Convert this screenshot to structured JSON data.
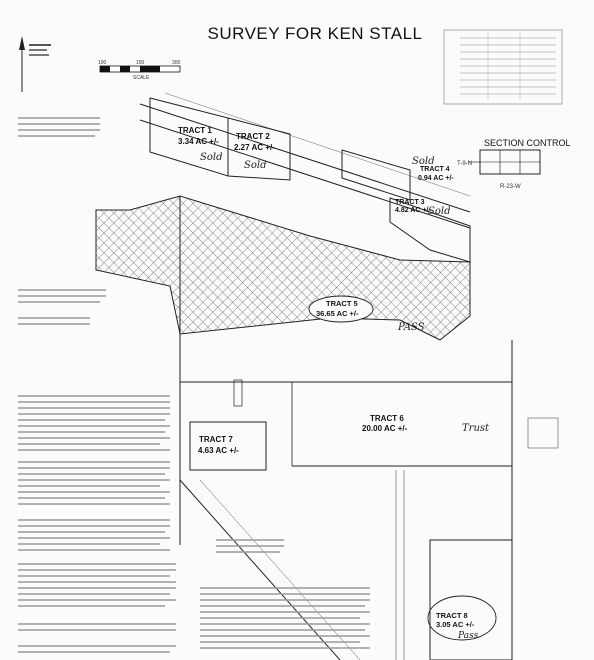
{
  "title": "SURVEY FOR KEN STALL",
  "scale_label": "SCALE",
  "scale_ticks": [
    "100",
    "150",
    "300"
  ],
  "section_control": {
    "title": "SECTION CONTROL",
    "township": "T-9-N",
    "range": "R-23-W"
  },
  "tracts": [
    {
      "name": "TRACT 1",
      "area": "3.34 AC +/-",
      "note": "Sold"
    },
    {
      "name": "TRACT 2",
      "area": "2.27 AC +/-",
      "note": "Sold"
    },
    {
      "name": "TRACT 3",
      "area": "4.82 AC +/-",
      "note": "Sold"
    },
    {
      "name": "TRACT 4",
      "area": "0.94 AC +/-",
      "note": "Sold"
    },
    {
      "name": "TRACT 5",
      "area": "36.65 AC +/-",
      "note": "PASS"
    },
    {
      "name": "TRACT 6",
      "area": "20.00 AC +/-",
      "note": "Trust"
    },
    {
      "name": "TRACT 7",
      "area": "4.63 AC +/-",
      "note": ""
    },
    {
      "name": "TRACT 8",
      "area": "3.05 AC +/-",
      "note": "Pass"
    }
  ]
}
